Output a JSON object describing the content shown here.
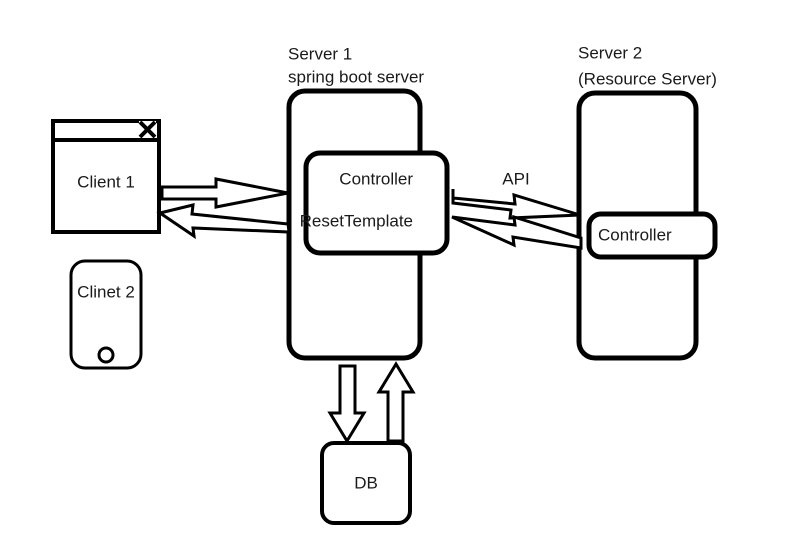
{
  "diagram": {
    "title": "Spring Boot client-server-resource architecture diagram",
    "background_color": "#ffffff",
    "stroke_color": "#000000",
    "text_color": "#1a1a1a",
    "nodes": {
      "client1": {
        "label": "Client 1",
        "close_icon": "close-icon"
      },
      "client2": {
        "label": "Clinet 2"
      },
      "server1": {
        "caption_line1": "Server 1",
        "caption_line2": "spring boot server",
        "inner": {
          "label_line1": "Controller",
          "label_line2": "ResetTemplate"
        }
      },
      "server2": {
        "caption_line1": "Server 2",
        "caption_line2": "(Resource Server)",
        "inner": {
          "label": "Controller"
        }
      },
      "db": {
        "label": "DB"
      }
    },
    "edges": {
      "client_to_server_request": {
        "label": "",
        "direction": "right"
      },
      "server_to_client_response": {
        "label": "",
        "direction": "left"
      },
      "server1_to_server2": {
        "label": "API",
        "direction": "right"
      },
      "server2_to_server1": {
        "label": "",
        "direction": "left"
      },
      "server1_to_db": {
        "label": "",
        "direction": "down"
      },
      "db_to_server1": {
        "label": "",
        "direction": "up"
      }
    }
  }
}
